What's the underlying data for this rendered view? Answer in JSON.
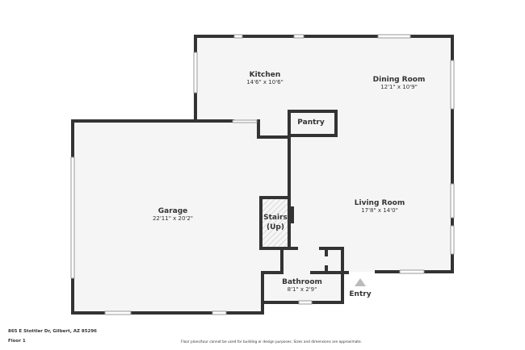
{
  "rooms": {
    "kitchen": {
      "name": "Kitchen",
      "dims": "14'6\" x 10'6\""
    },
    "dining": {
      "name": "Dining Room",
      "dims": "12'1\" x 10'9\""
    },
    "pantry": {
      "name": "Pantry"
    },
    "garage": {
      "name": "Garage",
      "dims": "22'11\" x 20'2\""
    },
    "stairs": {
      "name": "Stairs",
      "direction": "(Up)"
    },
    "living": {
      "name": "Living Room",
      "dims": "17'8\" x 14'0\""
    },
    "bathroom": {
      "name": "Bathroom",
      "dims": "8'1\" x 2'9\""
    },
    "entry": {
      "name": "Entry"
    }
  },
  "footer": {
    "address": "865 E Stottler Dr, Gilbert, AZ 85296",
    "floor": "Floor 1",
    "disclaimer": "Floor plans/tour cannot be used for building or design purposes. Sizes and dimensions are approximate."
  },
  "colors": {
    "wall": "#333333",
    "floor": "#f5f5f5",
    "stairs_hatch": "#bbbbbb",
    "entry_arrow": "#bbbbbb"
  }
}
